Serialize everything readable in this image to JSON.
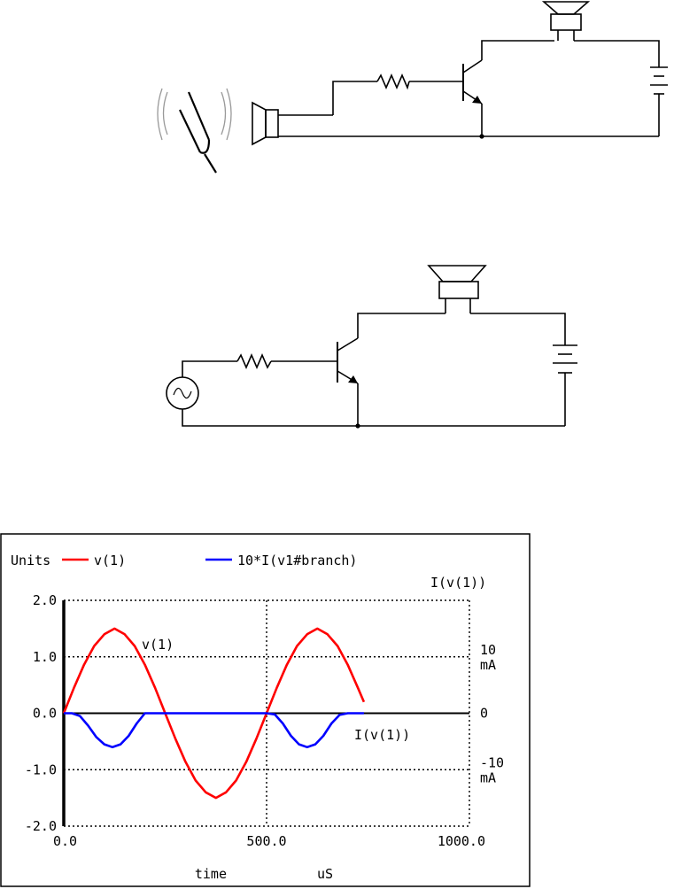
{
  "chart_data": {
    "type": "line",
    "title": "",
    "xlabel": "time",
    "x_unit": "uS",
    "ylabel": "Units",
    "right_axis_label": "I(v(1))",
    "xlim": [
      0,
      1000
    ],
    "ylim": [
      -2,
      2
    ],
    "x_ticks": [
      "0.0",
      "500.0",
      "1000.0"
    ],
    "y_ticks": [
      "2.0",
      "1.0",
      "0.0",
      "-1.0",
      "-2.0"
    ],
    "right_ticks": [
      {
        "value": 1,
        "label": "10",
        "unit": "mA"
      },
      {
        "value": 0,
        "label": "0",
        "unit": ""
      },
      {
        "value": -1,
        "label": "-10",
        "unit": "mA"
      }
    ],
    "grid": true,
    "legend": "top",
    "series": [
      {
        "name": "v(1)",
        "color": "#ff0000",
        "x": [
          0,
          25,
          50,
          75,
          100,
          125,
          150,
          175,
          200,
          225,
          250,
          275,
          300,
          325,
          350,
          375,
          400,
          425,
          450,
          475,
          500,
          525,
          550,
          575,
          600,
          625,
          650,
          675,
          700,
          725,
          740
        ],
        "y": [
          0,
          0.45,
          0.86,
          1.19,
          1.4,
          1.5,
          1.4,
          1.19,
          0.86,
          0.45,
          0,
          -0.45,
          -0.86,
          -1.19,
          -1.4,
          -1.5,
          -1.4,
          -1.19,
          -0.86,
          -0.45,
          0,
          0.45,
          0.86,
          1.19,
          1.4,
          1.5,
          1.4,
          1.19,
          0.86,
          0.45,
          0.2
        ]
      },
      {
        "name": "10*I(v1#branch)",
        "color": "#0000ff",
        "x": [
          0,
          20,
          40,
          60,
          80,
          100,
          120,
          140,
          160,
          180,
          200,
          230,
          260,
          300,
          340,
          380,
          420,
          460,
          500,
          520,
          540,
          560,
          580,
          600,
          620,
          640,
          660,
          680,
          700,
          720,
          740
        ],
        "y": [
          0,
          0,
          -0.05,
          -0.22,
          -0.42,
          -0.55,
          -0.6,
          -0.55,
          -0.4,
          -0.18,
          0,
          0,
          0,
          0,
          0,
          0,
          0,
          0,
          0,
          -0.02,
          -0.18,
          -0.4,
          -0.55,
          -0.6,
          -0.55,
          -0.4,
          -0.18,
          -0.03,
          0,
          0,
          0
        ]
      }
    ],
    "annotations": [
      "v(1)",
      "I(v(1))"
    ]
  }
}
